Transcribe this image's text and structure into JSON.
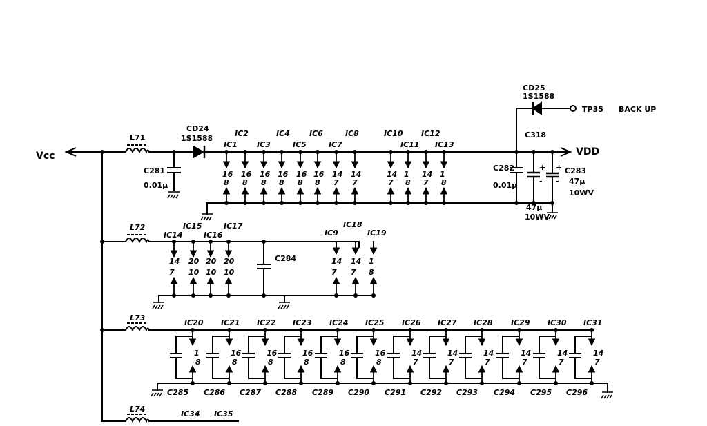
{
  "supply": {
    "vcc": "Vcc",
    "vdd": "VDD",
    "tp": "TP35",
    "backup": "BACK UP"
  },
  "inductors": [
    "L71",
    "L72",
    "L73",
    "L74"
  ],
  "diodes": {
    "cd24": {
      "ref": "CD24",
      "part": "1S1588"
    },
    "cd25": {
      "ref": "CD25",
      "part": "1S1588"
    }
  },
  "caps": {
    "c281": "C281",
    "c281_val": "0.01μ",
    "c282": "C282",
    "c282_val": "0.01μ",
    "c318": "C318",
    "c318_val": "47μ",
    "c318_volt": "10WV",
    "c283": "C283",
    "c283_val": "47μ",
    "c283_volt": "10WV",
    "c284": "C284"
  },
  "plus": "+",
  "minus": "-",
  "row1": {
    "top_ics": [
      "IC2",
      "IC4",
      "IC6",
      "IC8",
      "IC10",
      "IC12"
    ],
    "ics": [
      "IC1",
      "IC3",
      "IC5",
      "IC7",
      "IC11",
      "IC13"
    ],
    "vcc_pins": [
      "16",
      "16",
      "16",
      "16",
      "16",
      "16",
      "14",
      "14",
      "14",
      "1",
      "14",
      "1"
    ],
    "gnd_pins": [
      "8",
      "8",
      "8",
      "8",
      "8",
      "8",
      "7",
      "7",
      "7",
      "8",
      "7",
      "8"
    ]
  },
  "row2": {
    "ics": [
      "IC14",
      "IC15",
      "IC16",
      "IC17",
      "IC9",
      "IC18",
      "IC19"
    ],
    "vcc_pins": [
      "14",
      "20",
      "20",
      "20",
      "14",
      "14",
      "1"
    ],
    "gnd_pins": [
      "7",
      "10",
      "10",
      "10",
      "7",
      "7",
      "8"
    ]
  },
  "row3": {
    "ics": [
      "IC20",
      "IC21",
      "IC22",
      "IC23",
      "IC24",
      "IC25",
      "IC26",
      "IC27",
      "IC28",
      "IC29",
      "IC30",
      "IC31"
    ],
    "vcc_pins": [
      "1",
      "16",
      "16",
      "16",
      "16",
      "16",
      "14",
      "14",
      "14",
      "14",
      "14",
      "14"
    ],
    "gnd_pins": [
      "8",
      "8",
      "8",
      "8",
      "8",
      "8",
      "7",
      "7",
      "7",
      "7",
      "7",
      "7"
    ],
    "caps": [
      "C285",
      "C286",
      "C287",
      "C288",
      "C289",
      "C290",
      "C291",
      "C292",
      "C293",
      "C294",
      "C295",
      "C296"
    ]
  },
  "row4": {
    "ics": [
      "IC34",
      "IC35"
    ]
  }
}
